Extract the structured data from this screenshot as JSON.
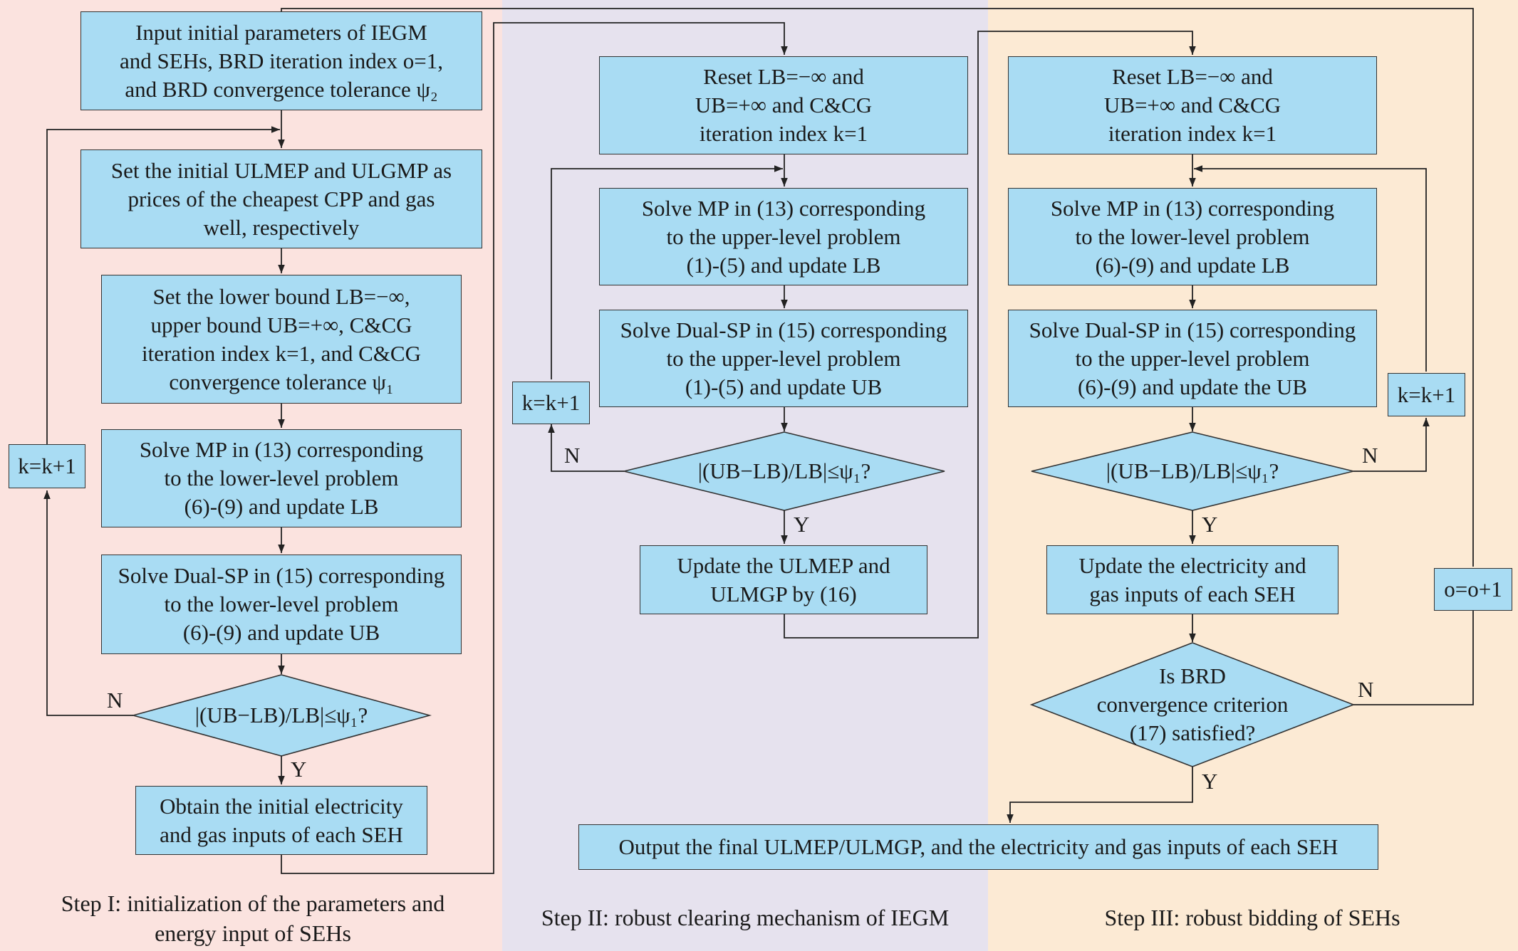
{
  "colors": {
    "panel1": "#fbe3df",
    "panel2": "#e6e2ee",
    "panel3": "#fcead4",
    "box": "#a9dcf3",
    "stroke": "#333333"
  },
  "step1": {
    "init": [
      "Input initial parameters of IEGM",
      "and SEHs, BRD iteration index o=1,",
      "and BRD convergence tolerance ψ₂"
    ],
    "set_prices": [
      "Set the initial ULMEP and ULGMP as",
      "prices of the cheapest CPP and gas",
      "well, respectively"
    ],
    "set_bounds": [
      "Set the lower bound LB=−∞,",
      "upper bound UB=+∞, C&CG",
      "iteration index k=1, and C&CG",
      "convergence tolerance ψ₁"
    ],
    "solve_mp": [
      "Solve MP in (13) corresponding",
      "to the lower-level problem",
      "(6)-(9) and update LB"
    ],
    "solve_sp": [
      "Solve Dual-SP in (15) corresponding",
      "to the lower-level problem",
      "(6)-(9) and update UB"
    ],
    "decision": "|(UB−LB)/LB|≤ψ₁?",
    "increment": "k=k+1",
    "obtain": [
      "Obtain the initial electricity",
      "and gas inputs of each SEH"
    ],
    "caption": [
      "Step I: initialization of the parameters and",
      "energy input of  SEHs"
    ]
  },
  "step2": {
    "reset": [
      "Reset LB=−∞ and",
      "UB=+∞ and C&CG",
      "iteration index k=1"
    ],
    "solve_mp": [
      "Solve MP in (13) corresponding",
      "to the upper-level problem",
      "(1)-(5) and update LB"
    ],
    "solve_sp": [
      "Solve Dual-SP in (15) corresponding",
      "to the upper-level problem",
      "(1)-(5) and update UB"
    ],
    "decision": "|(UB−LB)/LB|≤ψ₁?",
    "increment": "k=k+1",
    "update": [
      "Update the ULMEP and",
      "ULMGP by (16)"
    ],
    "caption": "Step II: robust clearing mechanism of IEGM"
  },
  "step3": {
    "reset": [
      "Reset LB=−∞ and",
      "UB=+∞ and C&CG",
      "iteration index k=1"
    ],
    "solve_mp": [
      "Solve MP in (13) corresponding",
      "to the lower-level problem",
      "(6)-(9) and update LB"
    ],
    "solve_sp": [
      "Solve Dual-SP in (15) corresponding",
      "to the upper-level problem",
      "(6)-(9) and update the UB"
    ],
    "decision": "|(UB−LB)/LB|≤ψ₁?",
    "increment": "k=k+1",
    "update": [
      "Update the electricity and",
      "gas inputs of each SEH"
    ],
    "brd_decision": [
      "Is BRD",
      "convergence criterion",
      "(17) satisfied?"
    ],
    "o_increment": "o=o+1",
    "caption": "Step III: robust bidding of SEHs"
  },
  "output": "Output the final ULMEP/ULMGP, and the electricity and gas inputs of each SEH",
  "labels": {
    "yes": "Y",
    "no": "N"
  }
}
